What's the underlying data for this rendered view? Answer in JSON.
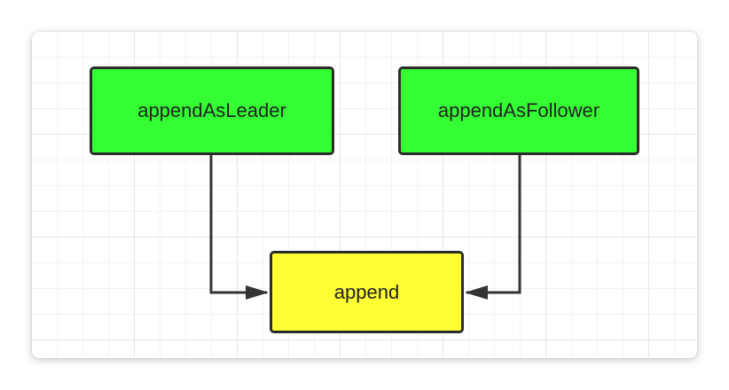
{
  "diagram": {
    "nodes": {
      "leader": {
        "label": "appendAsLeader",
        "fill": "#33ff33"
      },
      "follower": {
        "label": "appendAsFollower",
        "fill": "#33ff33"
      },
      "append": {
        "label": "append",
        "fill": "#ffff33"
      }
    },
    "edges": [
      {
        "from": "appendAsLeader",
        "to": "append"
      },
      {
        "from": "appendAsFollower",
        "to": "append"
      }
    ],
    "colors": {
      "border": "#2b2b2b",
      "edge": "#333333",
      "text": "#222222"
    }
  }
}
